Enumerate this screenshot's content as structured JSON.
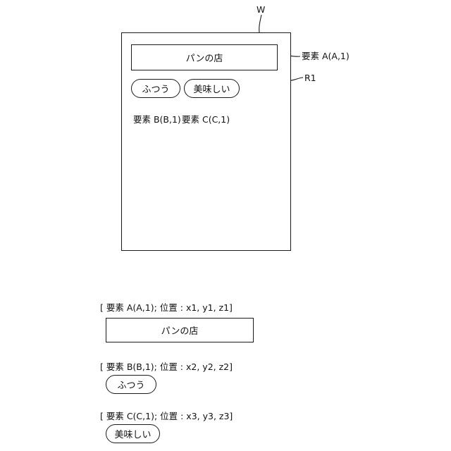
{
  "figure": {
    "window_label": "W",
    "region_label": "R1",
    "element_a": {
      "text": "パンの店",
      "callout": "要素 A(A,1)"
    },
    "element_b": {
      "text": "ふつう",
      "callout": "要素 B(B,1)"
    },
    "element_c": {
      "text": "美味しい",
      "callout": "要素 C(C,1)"
    }
  },
  "details": [
    {
      "header": "[ 要素 A(A,1); 位置 : x1, y1, z1]",
      "text": "パンの店"
    },
    {
      "header": "[ 要素 B(B,1); 位置 : x2, y2, z2]",
      "text": "ふつう"
    },
    {
      "header": "[ 要素 C(C,1); 位置 : x3, y3, z3]",
      "text": "美味しい"
    }
  ]
}
